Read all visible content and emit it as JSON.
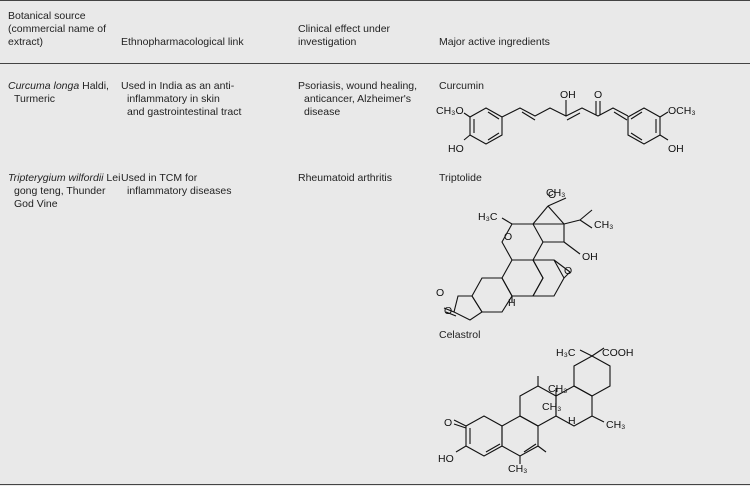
{
  "table": {
    "headers": {
      "col1_line1": "Botanical source",
      "col1_line2": "(commercial name of",
      "col1_line3": "extract)",
      "col2": "Ethnopharmacological link",
      "col3_line1": "Clinical effect under",
      "col3_line2": "investigation",
      "col4": "Major active ingredients"
    },
    "rows": [
      {
        "source_italic": "Curcuma longa",
        "source_rest_1": " Haldi,",
        "source_rest_2": "Turmeric",
        "link_1": "Used in India as an anti-",
        "link_2": "inflammatory in skin",
        "link_3": "and gastrointestinal tract",
        "effect_1": "Psoriasis, wound healing,",
        "effect_2": "anticancer, Alzheimer's",
        "effect_3": "disease",
        "ingredients": [
          {
            "name": "Curcumin",
            "labels": {
              "oh_top": "OH",
              "o_top": "O",
              "ch3o": "CH₃O",
              "ho": "HO",
              "och3": "OCH₃",
              "oh_right": "OH"
            }
          }
        ]
      },
      {
        "source_italic": "Tripterygium wilfordii",
        "source_rest_1": " Lei",
        "source_rest_2": "gong teng, Thunder",
        "source_rest_3": "God Vine",
        "link_1": "Used in TCM for",
        "link_2": "inflammatory diseases",
        "effect_1": "Rheumatoid arthritis",
        "ingredients": [
          {
            "name": "Triptolide",
            "labels": {
              "ch3_a": "CH₃",
              "ch3_b": "CH₃",
              "h3c": "H₃C",
              "o1": "O",
              "o2": "O",
              "o3": "O",
              "oh": "OH",
              "o_keto": "O",
              "o_ring": "O",
              "h": "H"
            }
          },
          {
            "name": "Celastrol",
            "labels": {
              "h3c": "H₃C",
              "cooh": "COOH",
              "ch3_1": "CH₃",
              "ch3_2": "CH₃",
              "h": "H",
              "o": "O",
              "ho": "HO",
              "ch3_3": "CH₃",
              "ch3_4": "CH₃"
            }
          }
        ]
      }
    ]
  }
}
